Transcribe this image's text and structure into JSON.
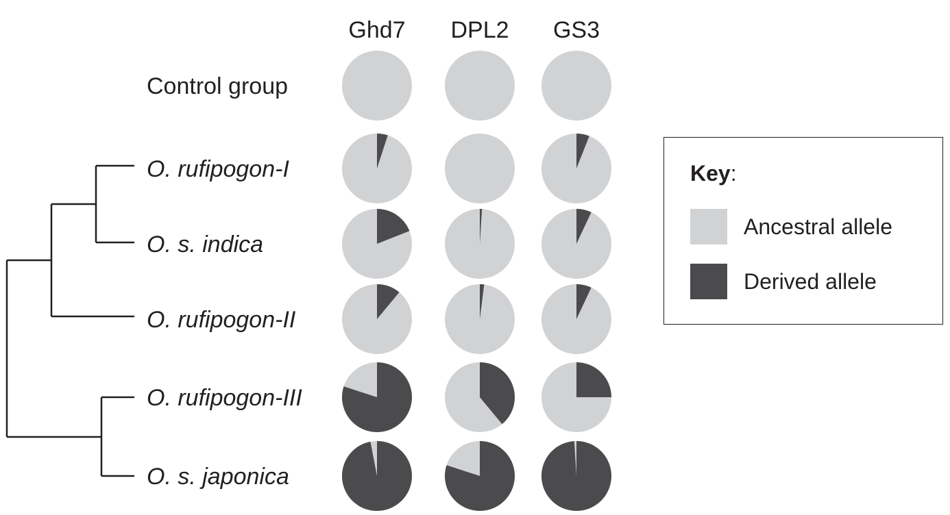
{
  "chart_data": {
    "type": "pie",
    "genes": [
      "Ghd7",
      "DPL2",
      "GS3"
    ],
    "rows": [
      {
        "label": "Control group",
        "italic": false,
        "derived_fraction": [
          0.0,
          0.0,
          0.0
        ]
      },
      {
        "label": "O. rufipogon-I",
        "italic": true,
        "derived_fraction": [
          0.05,
          0.0,
          0.06
        ]
      },
      {
        "label": "O. s. indica",
        "italic": true,
        "derived_fraction": [
          0.19,
          0.01,
          0.07
        ]
      },
      {
        "label": "O. rufipogon-II",
        "italic": true,
        "derived_fraction": [
          0.11,
          0.02,
          0.07
        ]
      },
      {
        "label": "O. rufipogon-III",
        "italic": true,
        "derived_fraction": [
          0.8,
          0.39,
          0.25
        ]
      },
      {
        "label": "O. s. japonica",
        "italic": true,
        "derived_fraction": [
          0.97,
          0.8,
          0.99
        ]
      }
    ],
    "legend": {
      "title": "Key",
      "items": [
        {
          "label": "Ancestral allele",
          "color": "#d1d2d4"
        },
        {
          "label": "Derived allele",
          "color": "#4b4b4d"
        }
      ]
    },
    "colors": {
      "ancestral": "#d1d2d4",
      "derived": "#4b4b4d",
      "tree": "#231f20"
    }
  }
}
